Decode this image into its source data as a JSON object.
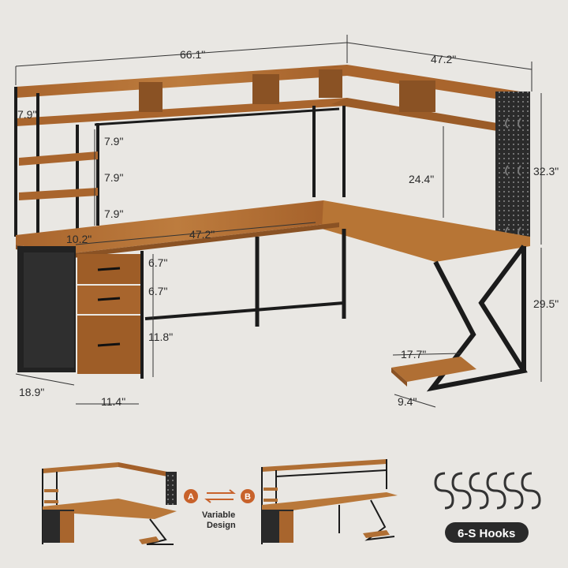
{
  "dimensions": {
    "top_width": "66.1\"",
    "side_width": "47.2\"",
    "shelf_depth_left": "7.9\"",
    "shelf_depth_right": "7.9\"",
    "shelf_gap_1": "7.9\"",
    "shelf_gap_2": "7.9\"",
    "shelf_gap_3": "7.9\"",
    "hutch_clearance": "24.4\"",
    "hutch_height": "32.3\"",
    "desk_height": "29.5\"",
    "shelf_width": "10.2\"",
    "desk_length": "47.2\"",
    "drawer_1": "6.7\"",
    "drawer_2": "6.7\"",
    "drawer_3": "11.8\"",
    "cabinet_depth": "18.9\"",
    "cabinet_width": "11.4\"",
    "cpu_stand_length": "17.7\"",
    "cpu_stand_width": "9.4\""
  },
  "variants": {
    "label_a": "A",
    "label_b": "B",
    "caption_line1": "Variable",
    "caption_line2": "Design"
  },
  "hooks": {
    "label": "6-S Hooks"
  },
  "colors": {
    "wood": "#b06f34",
    "wood_dark": "#8a5224",
    "metal": "#1b1b1b",
    "accent": "#c8622b",
    "hooks_badge": "#2a2a2a"
  }
}
